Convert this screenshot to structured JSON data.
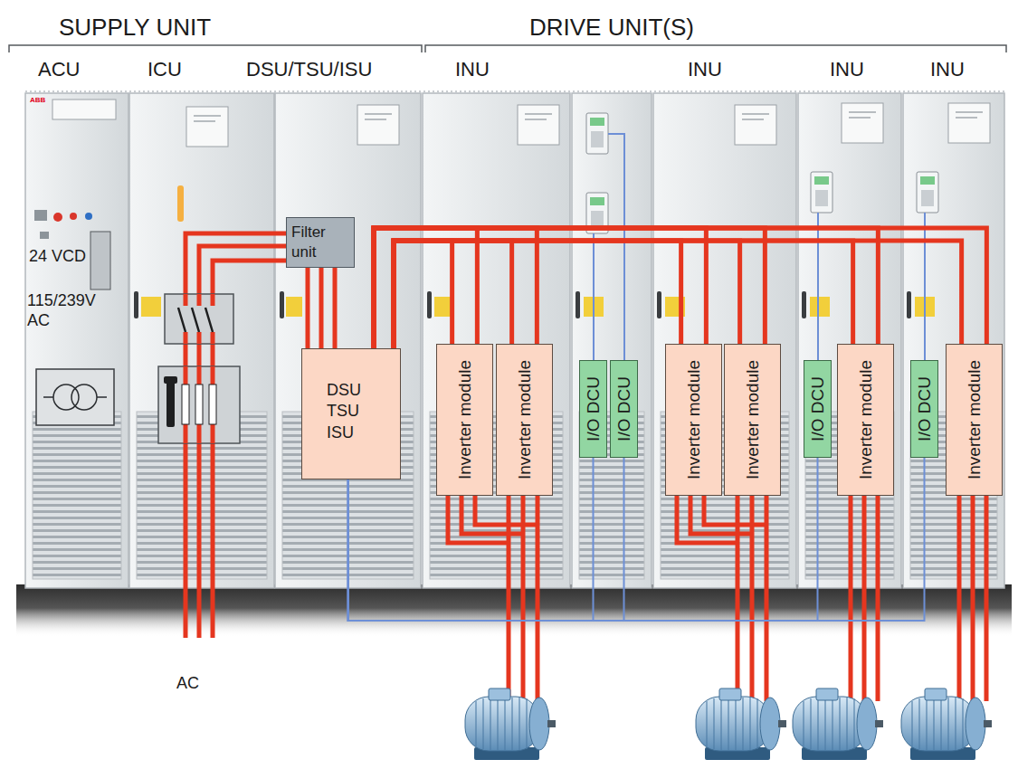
{
  "diagram": {
    "nodes": [
      {
        "text": [
          "Filter unit"
        ]
      },
      {
        "text": [
          "DSU TSU ISU"
        ]
      },
      {
        "text": [
          "Inverter module"
        ]
      },
      {
        "text": [
          "Inverter module"
        ]
      },
      {
        "text": [
          "I/O DCU"
        ]
      },
      {
        "text": [
          "I/O DCU"
        ]
      },
      {
        "text": [
          "Inverter module"
        ]
      },
      {
        "text": [
          "Inverter module"
        ]
      },
      {
        "text": [
          "I/O DCU"
        ]
      },
      {
        "text": [
          "Inverter module"
        ]
      },
      {
        "text": [
          "I/O DCU"
        ]
      },
      {
        "text": [
          "Inverter module"
        ]
      }
    ],
    "edges": [
      {
        "from": 0,
        "to": 1,
        "arrow": "none"
      },
      {
        "from": 1,
        "to": 2,
        "arrow": "none"
      },
      {
        "from": 1,
        "to": 3,
        "arrow": "none"
      },
      {
        "from": 1,
        "to": 6,
        "arrow": "none"
      },
      {
        "from": 1,
        "to": 7,
        "arrow": "none"
      },
      {
        "from": 1,
        "to": 9,
        "arrow": "none"
      },
      {
        "from": 1,
        "to": 11,
        "arrow": "none"
      },
      {
        "from": 1,
        "to": 4,
        "arrow": "none"
      },
      {
        "from": 1,
        "to": 5,
        "arrow": "none"
      },
      {
        "from": 1,
        "to": 8,
        "arrow": "none"
      },
      {
        "from": 1,
        "to": 10,
        "arrow": "none"
      }
    ],
    "labels": [
      "SUPPLY UNIT",
      "DRIVE UNIT(S)",
      "ACU",
      "ICU",
      "DSU/TSU/ISU",
      "INU",
      "INU",
      "INU",
      "INU",
      "ABB",
      "24 VCD",
      "115/239V AC",
      "AC"
    ]
  }
}
